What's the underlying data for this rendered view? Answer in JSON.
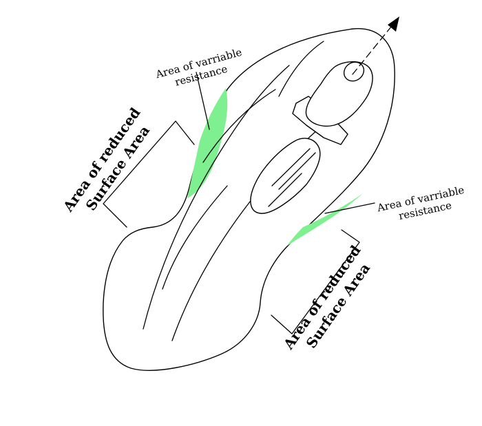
{
  "labels": {
    "variable_resistance_left_line1": "Area of varriable",
    "variable_resistance_left_line2": "resistance",
    "variable_resistance_right_line1": "Area of varriable",
    "variable_resistance_right_line2": "resistance",
    "reduced_surface_left_line1": "Area of reduced",
    "reduced_surface_left_line2": "Surface Area",
    "reduced_surface_right_line1": "Area of reduced",
    "reduced_surface_right_line2": "Surface Area"
  },
  "colors": {
    "highlight": "#7ff08f",
    "outline": "#000000",
    "background": "#ffffff"
  }
}
